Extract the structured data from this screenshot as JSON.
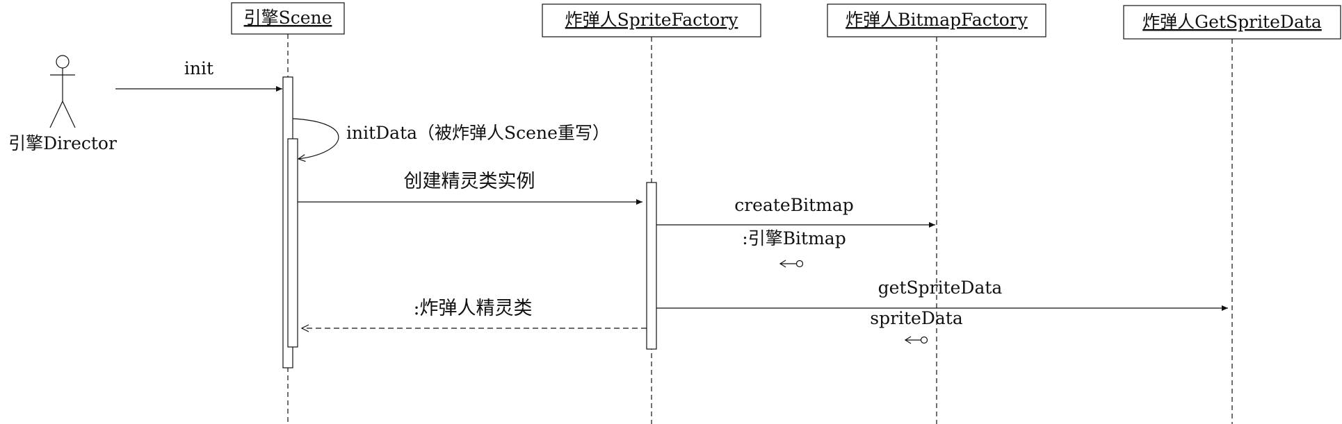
{
  "actor": {
    "name": "引擎Director"
  },
  "lifelines": [
    {
      "name": "引擎Scene"
    },
    {
      "name": "炸弹人SpriteFactory"
    },
    {
      "name": "炸弹人BitmapFactory"
    },
    {
      "name": "炸弹人GetSpriteData"
    }
  ],
  "messages": {
    "init": "init",
    "init_data": "initData（被炸弹人Scene重写）",
    "create_sprite": "创建精灵类实例",
    "create_bitmap": "createBitmap",
    "bitmap_return": ":引擎Bitmap",
    "get_sprite_data": "getSpriteData",
    "sprite_data_return": "spriteData",
    "sprite_return": ":炸弹人精灵类"
  },
  "colors": {
    "line": "#111111",
    "background": "#ffffff"
  }
}
